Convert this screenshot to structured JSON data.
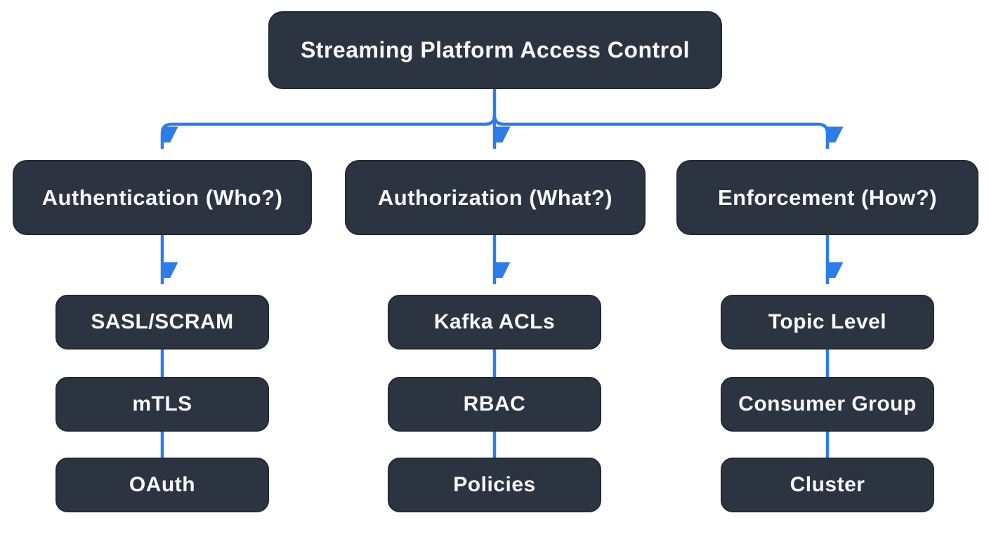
{
  "diagram": {
    "root": "Streaming Platform Access Control",
    "columns": [
      {
        "header": "Authentication (Who?)",
        "children": [
          "SASL/SCRAM",
          "mTLS",
          "OAuth"
        ]
      },
      {
        "header": "Authorization (What?)",
        "children": [
          "Kafka ACLs",
          "RBAC",
          "Policies"
        ]
      },
      {
        "header": "Enforcement (How?)",
        "children": [
          "Topic Level",
          "Consumer Group",
          "Cluster"
        ]
      }
    ],
    "colors": {
      "node_bg": "#2b3440",
      "node_text": "#f7f9fc",
      "connector": "#2e7ce8",
      "background": "#ffffff"
    }
  }
}
